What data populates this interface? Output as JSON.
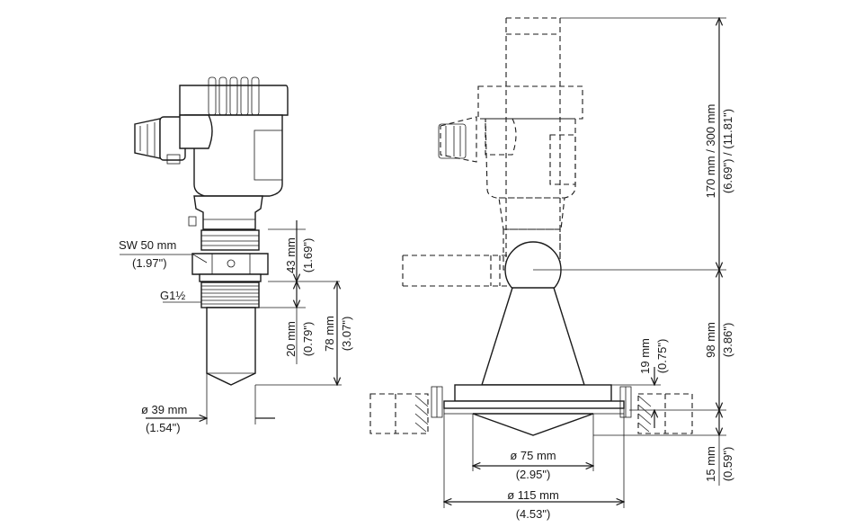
{
  "left_view": {
    "hex": {
      "metric": "SW 50 mm",
      "imperial": "(1.97\")"
    },
    "thread": {
      "metric": "G1½"
    },
    "hex_height": {
      "metric": "43 mm",
      "imperial": "(1.69\")"
    },
    "thread_len": {
      "metric": "20 mm",
      "imperial": "(0.79\")"
    },
    "lower_len": {
      "metric": "78 mm",
      "imperial": "(3.07\")"
    },
    "diameter": {
      "metric": "ø 39 mm",
      "imperial": "(1.54\")"
    }
  },
  "right_view": {
    "flange_thk": {
      "metric": "19 mm",
      "imperial": "(0.75\")"
    },
    "horn_height": {
      "metric": "98 mm",
      "imperial": "(3.86\")"
    },
    "extension": {
      "metric": "170 mm / 300 mm",
      "imperial": "(6.69\") / (11.81\")"
    },
    "bottom": {
      "metric": "15 mm",
      "imperial": "(0.59\")"
    },
    "inner_dia": {
      "metric": "ø 75 mm",
      "imperial": "(2.95\")"
    },
    "outer_dia": {
      "metric": "ø 115 mm",
      "imperial": "(4.53\")"
    }
  }
}
